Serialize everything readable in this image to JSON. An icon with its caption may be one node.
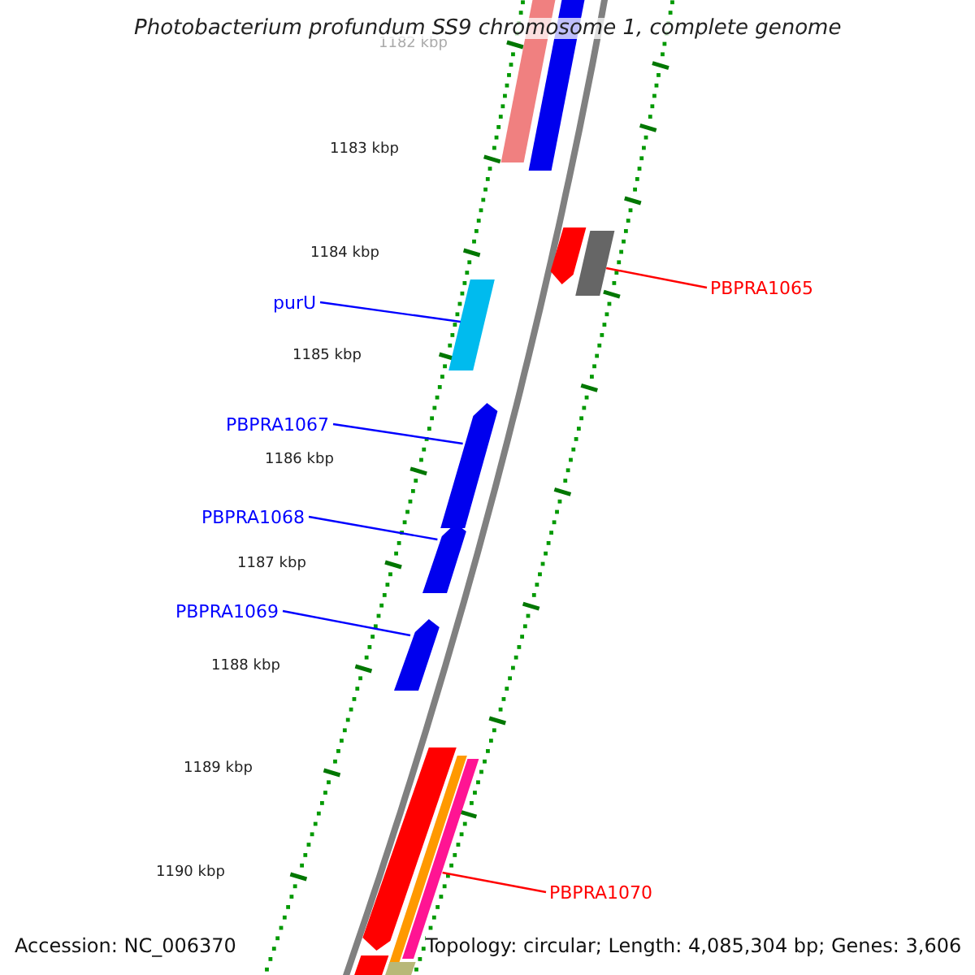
{
  "diagram": {
    "title": "Photobacterium profundum SS9 chromosome 1, complete genome",
    "nodes": [
      {
        "text": [
          "PBPRA1065"
        ]
      },
      {
        "text": [
          "purU"
        ]
      },
      {
        "text": [
          "PBPRA1067"
        ]
      },
      {
        "text": [
          "PBPRA1068"
        ]
      },
      {
        "text": [
          "PBPRA1069"
        ]
      },
      {
        "text": [
          "PBPRA1070"
        ]
      },
      {
        "text": [],
        "shape": "bar"
      },
      {
        "text": [],
        "shape": "bar"
      },
      {
        "text": [],
        "shape": "bar"
      },
      {
        "text": [],
        "shape": "bar"
      },
      {
        "text": [],
        "shape": "bar"
      },
      {
        "text": [],
        "shape": "bar"
      },
      {
        "text": [],
        "shape": "bar"
      },
      {
        "text": [],
        "shape": "bar"
      },
      {
        "text": [],
        "shape": "bar"
      },
      {
        "text": [],
        "shape": "bar"
      },
      {
        "text": [],
        "shape": "bar"
      },
      {
        "text": [],
        "shape": "bar"
      },
      {
        "text": [],
        "shape": "bar"
      }
    ],
    "edges": [
      {
        "from": 0,
        "to": 6,
        "arrow": "none",
        "color": "#ff0000"
      },
      {
        "from": 1,
        "to": 7,
        "arrow": "none"
      },
      {
        "from": 2,
        "to": 8,
        "arrow": "none"
      },
      {
        "from": 3,
        "to": 9,
        "arrow": "none"
      },
      {
        "from": 4,
        "to": 10,
        "arrow": "none"
      },
      {
        "from": 5,
        "to": 11,
        "arrow": "none",
        "color": "#ff0000"
      }
    ],
    "labels": [
      "1182 kbp",
      "1183 kbp",
      "1184 kbp",
      "1185 kbp",
      "1186 kbp",
      "1187 kbp",
      "1188 kbp",
      "1189 kbp",
      "1190 kbp",
      "Accession: NC_006370",
      "Topology: circular; Length: 4,085,304 bp; Genes: 3,606"
    ]
  }
}
